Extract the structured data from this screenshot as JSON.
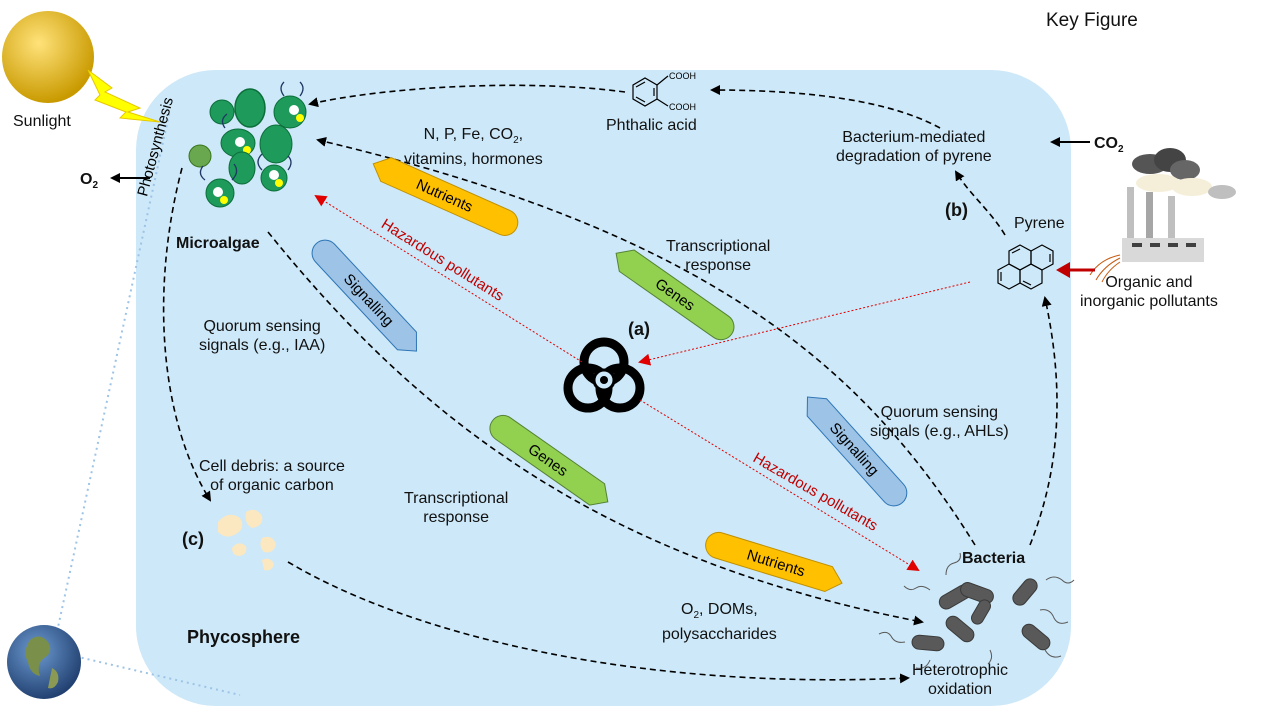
{
  "header": {
    "key_figure": "Key Figure"
  },
  "labels": {
    "sunlight": "Sunlight",
    "o2_out": "O",
    "o2_sub": "2",
    "photosynthesis": "Photosynthesis",
    "microalgae": "Microalgae",
    "phthalic_acid": "Phthalic acid",
    "cooh_top": "COOH",
    "cooh_bottom": "COOH",
    "nutrients_list_1": "N, P, Fe, CO",
    "nutrients_list_1_sub": "2",
    "nutrients_list_1_end": ",",
    "nutrients_list_2": "vitamins, hormones",
    "bacterium_degradation_1": "Bacterium-mediated",
    "bacterium_degradation_2": "degradation of pyrene",
    "co2_in": "CO",
    "co2_sub": "2",
    "marker_b": "(b)",
    "pyrene": "Pyrene",
    "pollutants_1": "Organic and",
    "pollutants_2": "inorganic pollutants",
    "transcriptional_top_1": "Transcriptional",
    "transcriptional_top_2": "response",
    "quorum_left_1": "Quorum sensing",
    "quorum_left_2": "signals (e.g., IAA)",
    "marker_a": "(a)",
    "quorum_right_1": "Quorum sensing",
    "quorum_right_2": "signals (e.g., AHLs)",
    "cell_debris_1": "Cell debris: a source",
    "cell_debris_2": "of organic carbon",
    "transcriptional_bottom_1": "Transcriptional",
    "transcriptional_bottom_2": "response",
    "marker_c": "(c)",
    "bacteria": "Bacteria",
    "o2_doms_1_pre": "O",
    "o2_doms_1_sub": "2",
    "o2_doms_1_post": ", DOMs,",
    "o2_doms_2": "polysaccharides",
    "phycosphere": "Phycosphere",
    "heterotrophic_1": "Heterotrophic",
    "heterotrophic_2": "oxidation",
    "hazardous_upper": "Hazardous pollutants",
    "hazardous_lower": "Hazardous pollutants"
  },
  "arrow_labels": {
    "nutrients_top": "Nutrients",
    "genes_top": "Genes",
    "signalling_left": "Signalling",
    "genes_bottom": "Genes",
    "signalling_right": "Signalling",
    "nutrients_bottom": "Nutrients"
  },
  "colors": {
    "phycosphere_fill": "#cde8f8",
    "nutrients_fill": "#ffc000",
    "genes_fill": "#92d050",
    "signalling_fill": "#9dc3e6",
    "hazard_red": "#c00000",
    "arrow_dark": "#000000",
    "sun_fill": "#e3b619",
    "lightning": "#ffff00",
    "algae_green": "#1e9a5a",
    "bacteria_gray": "#595959",
    "debris": "#fbe8c0",
    "earth_blue": "#2f5c95"
  },
  "icons": [
    "sun-icon",
    "lightning-icon",
    "microalgae-icon",
    "phthalic-acid-icon",
    "factory-icon",
    "pyrene-icon",
    "biohazard-icon",
    "bacteria-icon",
    "cell-debris-icon",
    "earth-icon"
  ]
}
